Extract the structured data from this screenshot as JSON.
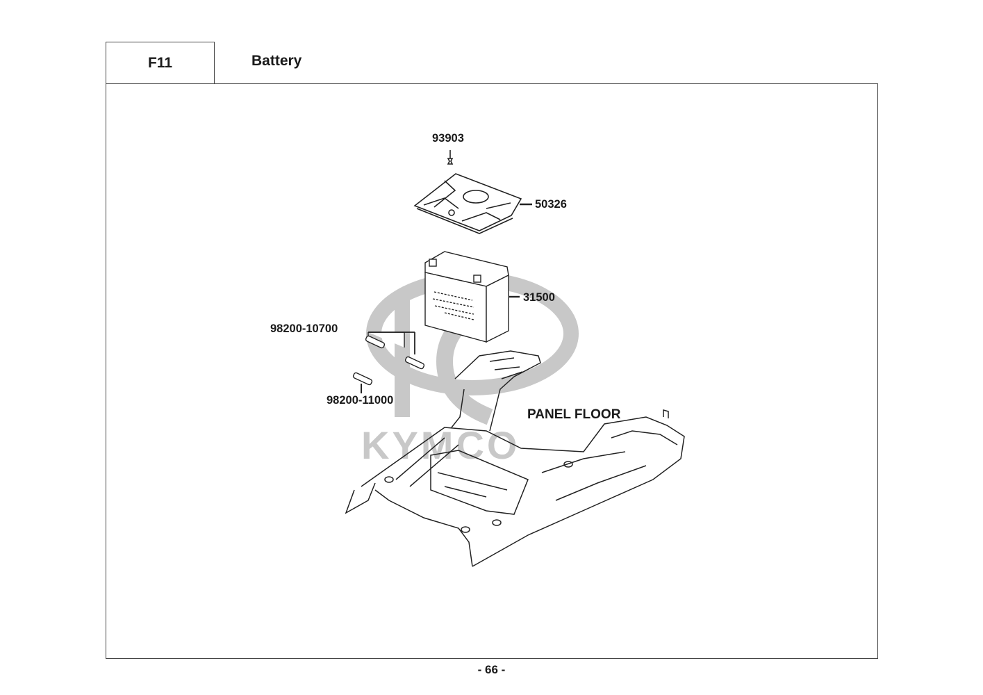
{
  "header": {
    "section_code": "F11",
    "section_title": "Battery"
  },
  "parts": [
    {
      "number": "93903",
      "name": "screw"
    },
    {
      "number": "50326",
      "name": "battery-cover"
    },
    {
      "number": "31500",
      "name": "battery"
    },
    {
      "number": "98200-10700",
      "name": "fuse-pair"
    },
    {
      "number": "98200-11000",
      "name": "fuse-single"
    }
  ],
  "assembly_label": "PANEL FLOOR",
  "watermark": {
    "brand": "KYMCO",
    "color": "#c8c8c8"
  },
  "footer": {
    "page_number": "- 66 -"
  }
}
